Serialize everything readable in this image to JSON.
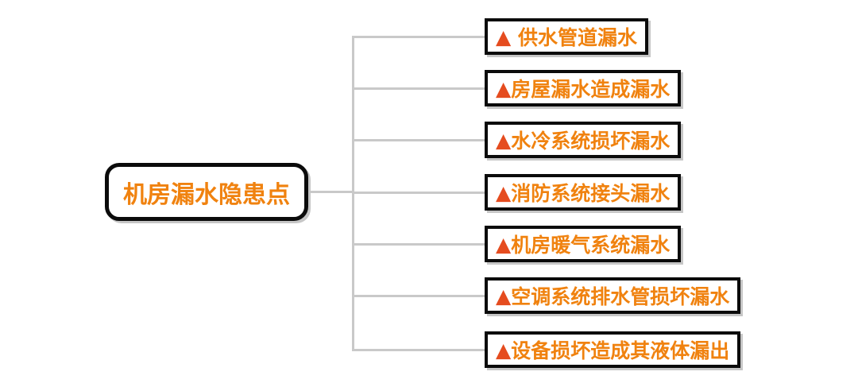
{
  "diagram": {
    "root": {
      "label": "机房漏水隐患点"
    },
    "children": [
      {
        "marker": "▲",
        "label": " 供水管道漏水"
      },
      {
        "marker": "▲",
        "label": "房屋漏水造成漏水"
      },
      {
        "marker": "▲",
        "label": "水冷系统损坏漏水"
      },
      {
        "marker": "▲",
        "label": "消防系统接头漏水"
      },
      {
        "marker": "▲",
        "label": "机房暖气系统漏水"
      },
      {
        "marker": "▲",
        "label": "空调系统排水管损坏漏水"
      },
      {
        "marker": "▲",
        "label": "设备损坏造成其液体漏出"
      }
    ],
    "colors": {
      "text_orange": "#f0820f",
      "marker_red": "#e54c1f",
      "border_black": "#0b0b0b",
      "connector_gray": "#c9c9c9",
      "shadow_gray": "#c6c6c6",
      "background": "#ffffff"
    }
  }
}
